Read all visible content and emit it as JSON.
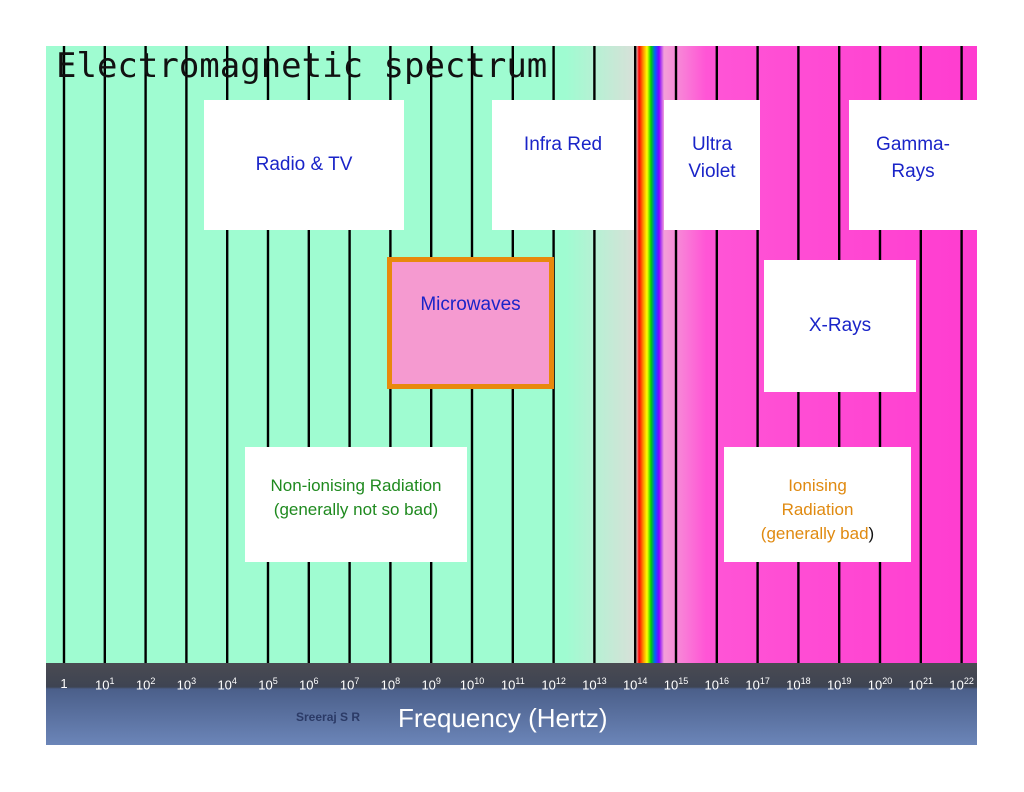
{
  "title": "Electromagnetic spectrum",
  "regions": {
    "radio_tv": "Radio & TV",
    "infra_red": "Infra Red",
    "ultra_violet": [
      "Ultra",
      "Violet"
    ],
    "gamma_rays": [
      "Gamma-",
      "Rays"
    ],
    "microwaves": "Microwaves",
    "x_rays": "X-Rays"
  },
  "non_ionising": [
    "Non-ionising Radiation",
    "(generally not so bad)"
  ],
  "ionising": [
    "Ionising",
    "Radiation",
    "(generally bad",
    ")"
  ],
  "axis": {
    "ticks": [
      {
        "base": "1",
        "exp": ""
      },
      {
        "base": "10",
        "exp": "1"
      },
      {
        "base": "10",
        "exp": "2"
      },
      {
        "base": "10",
        "exp": "3"
      },
      {
        "base": "10",
        "exp": "4"
      },
      {
        "base": "10",
        "exp": "5"
      },
      {
        "base": "10",
        "exp": "6"
      },
      {
        "base": "10",
        "exp": "7"
      },
      {
        "base": "10",
        "exp": "8"
      },
      {
        "base": "10",
        "exp": "9"
      },
      {
        "base": "10",
        "exp": "10"
      },
      {
        "base": "10",
        "exp": "11"
      },
      {
        "base": "10",
        "exp": "12"
      },
      {
        "base": "10",
        "exp": "13"
      },
      {
        "base": "10",
        "exp": "14"
      },
      {
        "base": "10",
        "exp": "15"
      },
      {
        "base": "10",
        "exp": "16"
      },
      {
        "base": "10",
        "exp": "17"
      },
      {
        "base": "10",
        "exp": "18"
      },
      {
        "base": "10",
        "exp": "19"
      },
      {
        "base": "10",
        "exp": "20"
      },
      {
        "base": "10",
        "exp": "21"
      },
      {
        "base": "10",
        "exp": "22"
      }
    ],
    "title": "Frequency (Hertz)",
    "credit": "Sreeraj S R"
  },
  "colors": {
    "non_ionising_band": "#9ffcd1",
    "ionising_band": "#ff3cd0",
    "label_blue": "#1a24c8",
    "non_ionising_text": "#1f8a1f",
    "ionising_text": "#e08a10",
    "microwave_fill": "#f59ad0",
    "microwave_border": "#e8890c"
  }
}
